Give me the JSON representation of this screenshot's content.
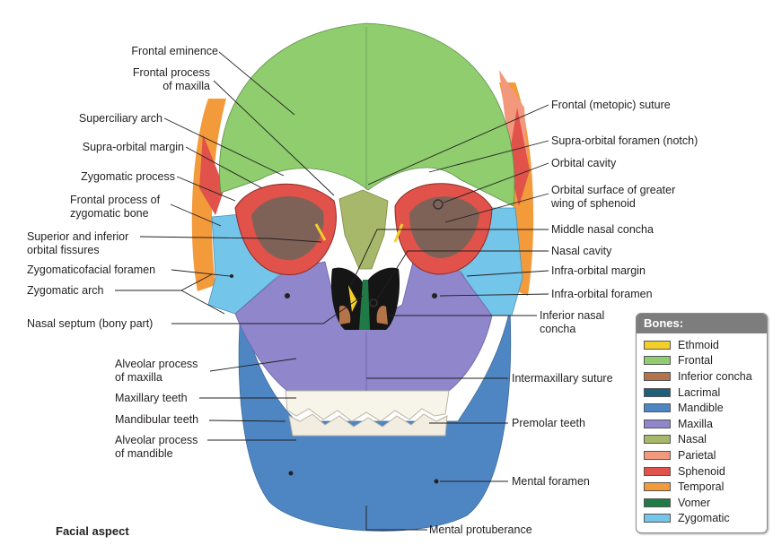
{
  "caption": "Facial aspect",
  "labels_left": [
    "Frontal eminence",
    "Frontal process\nof maxilla",
    "Superciliary arch",
    "Supra-orbital margin",
    "Zygomatic process",
    "Frontal process of\nzygomatic bone",
    "Superior and inferior\norbital fissures",
    "Zygomaticofacial foramen",
    "Zygomatic arch",
    "Nasal septum (bony part)",
    "Alveolar process\nof maxilla",
    "Maxillary teeth",
    "Mandibular teeth",
    "Alveolar process\nof mandible"
  ],
  "labels_right": [
    "Frontal (metopic) suture",
    "Supra-orbital foramen (notch)",
    "Orbital cavity",
    "Orbital surface of greater\nwing of sphenoid",
    "Middle nasal concha",
    "Nasal cavity",
    "Infra-orbital margin",
    "Infra-orbital foramen",
    "Inferior nasal\nconcha",
    "Intermaxillary suture",
    "Premolar teeth",
    "Mental foramen"
  ],
  "label_bottom": "Mental protuberance",
  "legend": {
    "title": "Bones:",
    "items": [
      {
        "name": "Ethmoid",
        "color": "#f3cf2a"
      },
      {
        "name": "Frontal",
        "color": "#8fcd6e"
      },
      {
        "name": "Inferior concha",
        "color": "#b5734a"
      },
      {
        "name": "Lacrimal",
        "color": "#1e5f7a"
      },
      {
        "name": "Mandible",
        "color": "#4e86c4"
      },
      {
        "name": "Maxilla",
        "color": "#8f86cb"
      },
      {
        "name": "Nasal",
        "color": "#a7b86a"
      },
      {
        "name": "Parietal",
        "color": "#f2987c"
      },
      {
        "name": "Sphenoid",
        "color": "#e0524a"
      },
      {
        "name": "Temporal",
        "color": "#f39a3b"
      },
      {
        "name": "Vomer",
        "color": "#1f7a45"
      },
      {
        "name": "Zygomatic",
        "color": "#74c5ea"
      }
    ]
  }
}
